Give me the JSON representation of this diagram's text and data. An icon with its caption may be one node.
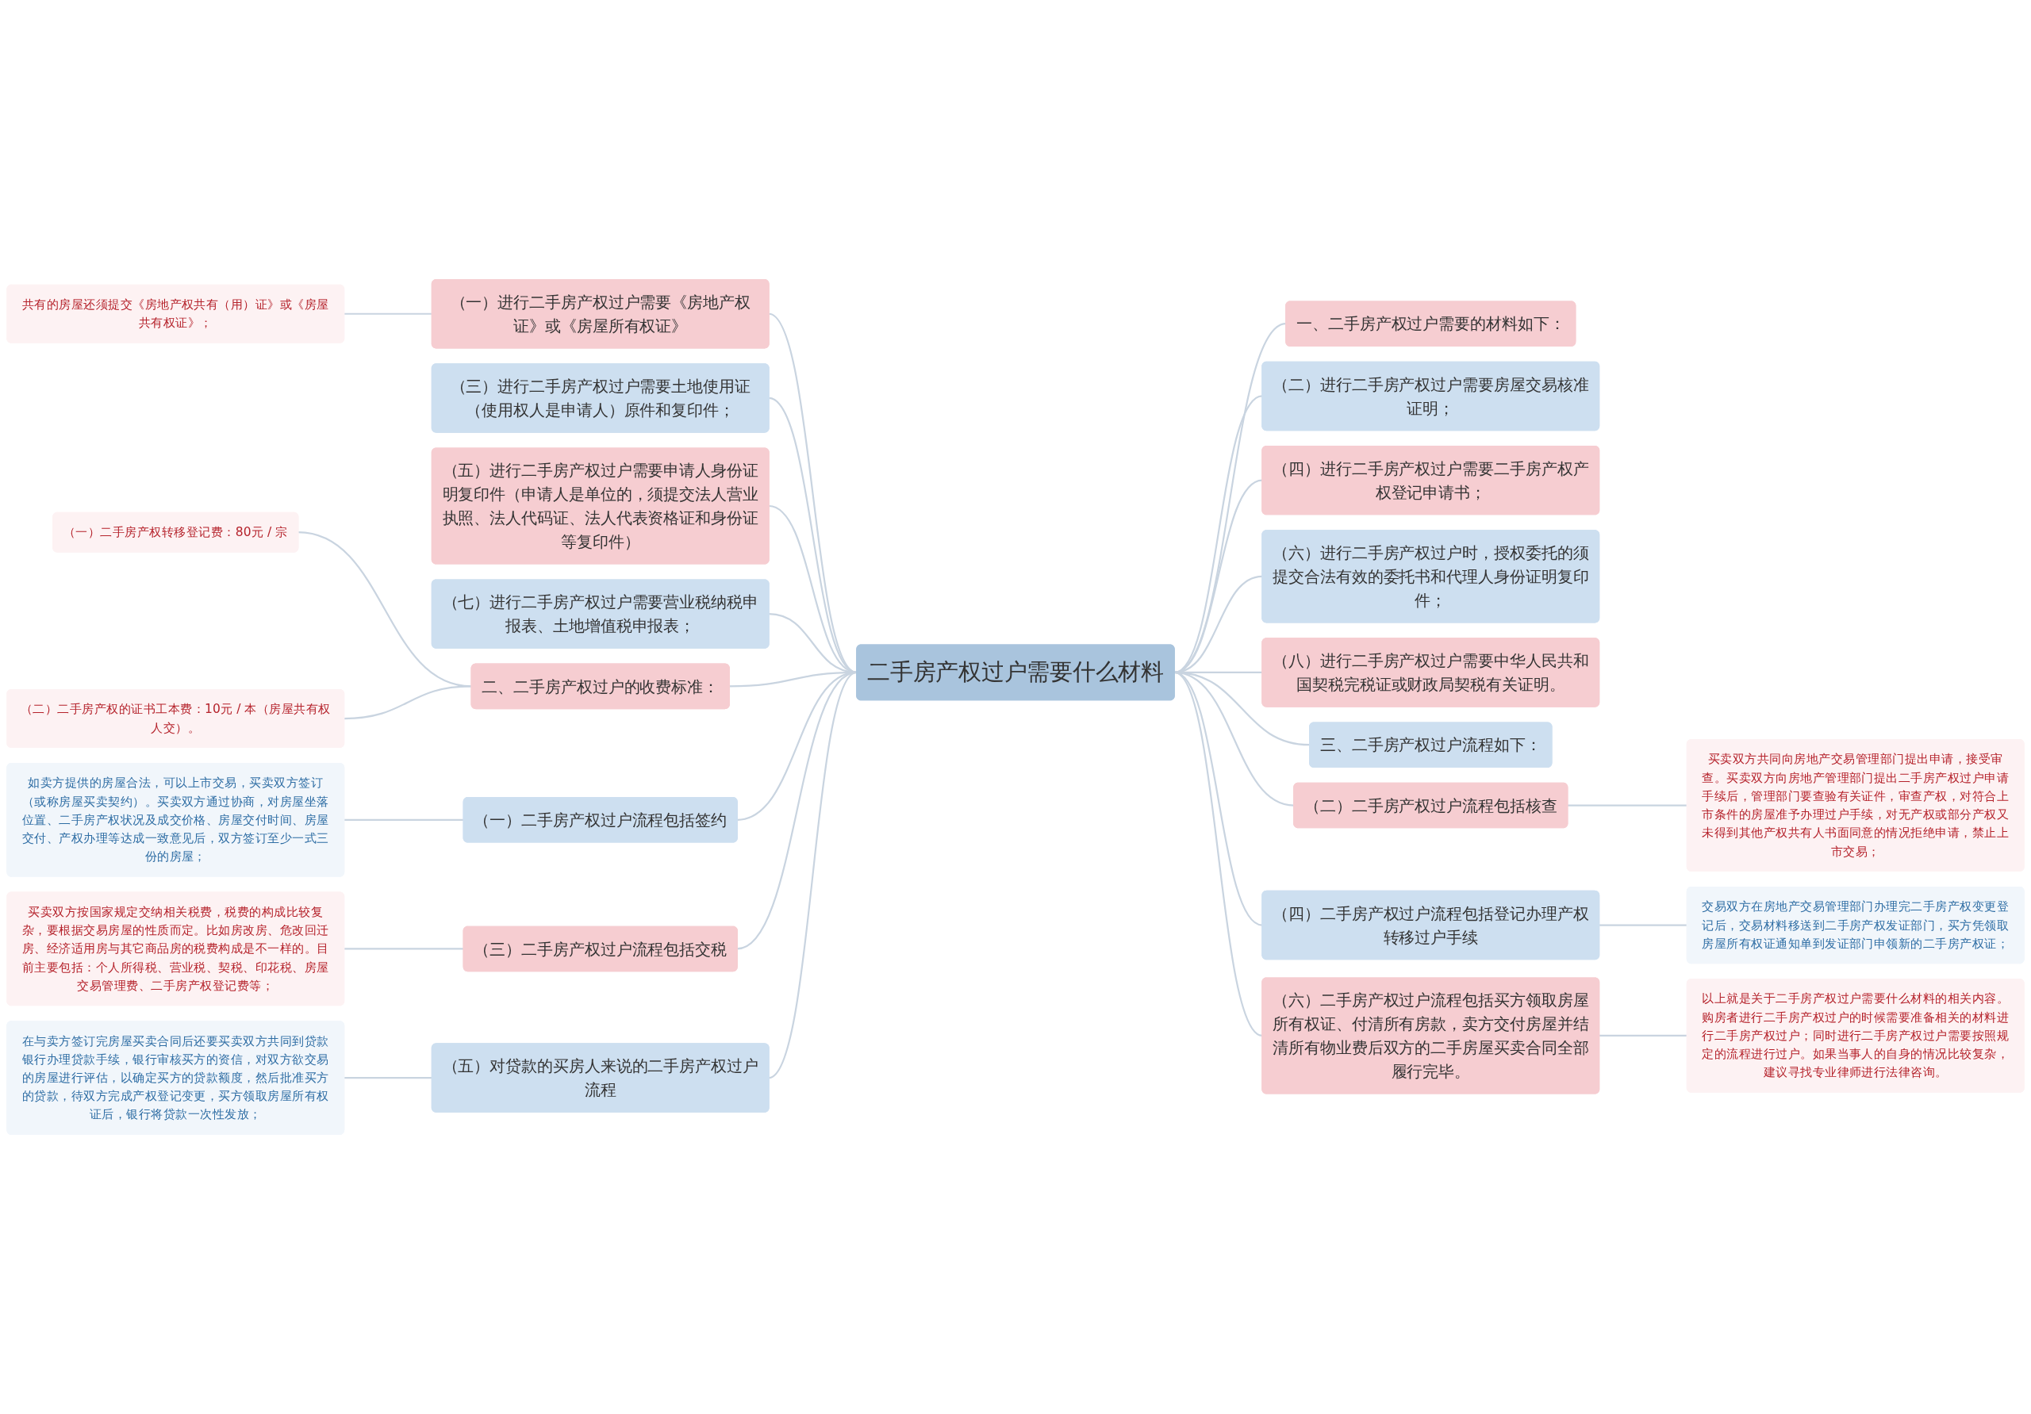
{
  "diagram": {
    "nodes": [
      {
        "text": [
          "二手房产权过户需要什么材料"
        ]
      },
      {
        "text": [
          "（一）进行二手房产权过户需要《房地产权证》或《房屋所有权证》"
        ]
      },
      {
        "text": [
          "共有的房屋还须提交《房地产权共有（用）证》或《房屋共有权证》；"
        ]
      },
      {
        "text": [
          "（三）进行二手房产权过户需要土地使用证（使用权人是申请人）原件和复印件；"
        ]
      },
      {
        "text": [
          "（五）进行二手房产权过户需要申请人身份证明复印件（申请人是单位的，须提交法人营业执照、法人代码证、法人代表资格证和身份证等复印件）"
        ]
      },
      {
        "text": [
          "（七）进行二手房产权过户需要营业税纳税申报表、土地增值税申报表；"
        ]
      },
      {
        "text": [
          "二、二手房产权过户的收费标准："
        ]
      },
      {
        "text": [
          "（一）二手房产权转移登记费：80元 / 宗"
        ]
      },
      {
        "text": [
          "（二）二手房产权的证书工本费：10元 / 本（房屋共有权人交）。"
        ]
      },
      {
        "text": [
          "（一）二手房产权过户流程包括签约"
        ]
      },
      {
        "text": [
          "如卖方提供的房屋合法，可以上市交易，买卖双方签订（或称房屋买卖契约）。买卖双方通过协商，对房屋坐落位置、二手房产权状况及成交价格、房屋交付时间、房屋交付、产权办理等达成一致意见后，双方签订至少一式三份的房屋；"
        ]
      },
      {
        "text": [
          "（三）二手房产权过户流程包括交税"
        ]
      },
      {
        "text": [
          "买卖双方按国家规定交纳相关税费，税费的构成比较复杂，要根据交易房屋的性质而定。比如房改房、危改回迁房、经济适用房与其它商品房的税费构成是不一样的。目前主要包括：个人所得税、营业税、契税、印花税、房屋交易管理费、二手房产权登记费等；"
        ]
      },
      {
        "text": [
          "（五）对贷款的买房人来说的二手房产权过户流程"
        ]
      },
      {
        "text": [
          "在与卖方签订完房屋买卖合同后还要买卖双方共同到贷款银行办理贷款手续，银行审核买方的资信，对双方欲交易的房屋进行评估，以确定买方的贷款额度，然后批准买方的贷款，待双方完成产权登记变更，买方领取房屋所有权证后，银行将贷款一次性发放；"
        ]
      },
      {
        "text": [
          "一、二手房产权过户需要的材料如下："
        ]
      },
      {
        "text": [
          "（二）进行二手房产权过户需要房屋交易核准证明；"
        ]
      },
      {
        "text": [
          "（四）进行二手房产权过户需要二手房产权产权登记申请书；"
        ]
      },
      {
        "text": [
          "（六）进行二手房产权过户时，授权委托的须提交合法有效的委托书和代理人身份证明复印件；"
        ]
      },
      {
        "text": [
          "（八）进行二手房产权过户需要中华人民共和国契税完税证或财政局契税有关证明。"
        ]
      },
      {
        "text": [
          "三、二手房产权过户流程如下："
        ]
      },
      {
        "text": [
          "（二）二手房产权过户流程包括核查"
        ]
      },
      {
        "text": [
          "买卖双方共同向房地产交易管理部门提出申请，接受审查。买卖双方向房地产管理部门提出二手房产权过户申请手续后，管理部门要查验有关证件，审查产权，对符合上市条件的房屋准予办理过户手续，对无产权或部分产权又未得到其他产权共有人书面同意的情况拒绝申请，禁止上市交易；"
        ]
      },
      {
        "text": [
          "（四）二手房产权过户流程包括登记办理产权转移过户手续"
        ]
      },
      {
        "text": [
          "交易双方在房地产交易管理部门办理完二手房产权变更登记后，交易材料移送到二手房产权发证部门，买方凭领取房屋所有权证通知单到发证部门申领新的二手房产权证；"
        ]
      },
      {
        "text": [
          "（六）二手房产权过户流程包括买方领取房屋所有权证、付清所有房款，卖方交付房屋并结清所有物业费后双方的二手房屋买卖合同全部履行完毕。"
        ]
      },
      {
        "text": [
          "以上就是关于二手房产权过户需要什么材料的相关内容。购房者进行二手房产权过户的时候需要准备相关的材料进行二手房产权过户；同时进行二手房产权过户需要按照规定的流程进行过户。如果当事人的自身的情况比较复杂，建议寻找专业律师进行法律咨询。"
        ]
      }
    ],
    "edges": [
      {
        "from": 1,
        "to": 0,
        "arrow": "none"
      },
      {
        "from": 2,
        "to": 1,
        "arrow": "none"
      },
      {
        "from": 3,
        "to": 0,
        "arrow": "none"
      },
      {
        "from": 4,
        "to": 0,
        "arrow": "none"
      },
      {
        "from": 5,
        "to": 0,
        "arrow": "none"
      },
      {
        "from": 6,
        "to": 0,
        "arrow": "none"
      },
      {
        "from": 7,
        "to": 6,
        "arrow": "none"
      },
      {
        "from": 8,
        "to": 6,
        "arrow": "none"
      },
      {
        "from": 9,
        "to": 0,
        "arrow": "none"
      },
      {
        "from": 10,
        "to": 9,
        "arrow": "none"
      },
      {
        "from": 11,
        "to": 0,
        "arrow": "none"
      },
      {
        "from": 12,
        "to": 11,
        "arrow": "none"
      },
      {
        "from": 13,
        "to": 0,
        "arrow": "none"
      },
      {
        "from": 14,
        "to": 13,
        "arrow": "none"
      },
      {
        "from": 0,
        "to": 15,
        "arrow": "none"
      },
      {
        "from": 0,
        "to": 16,
        "arrow": "none"
      },
      {
        "from": 0,
        "to": 17,
        "arrow": "none"
      },
      {
        "from": 0,
        "to": 18,
        "arrow": "none"
      },
      {
        "from": 0,
        "to": 19,
        "arrow": "none"
      },
      {
        "from": 0,
        "to": 20,
        "arrow": "none"
      },
      {
        "from": 0,
        "to": 21,
        "arrow": "none"
      },
      {
        "from": 21,
        "to": 22,
        "arrow": "none"
      },
      {
        "from": 0,
        "to": 23,
        "arrow": "none"
      },
      {
        "from": 23,
        "to": 24,
        "arrow": "none"
      },
      {
        "from": 0,
        "to": 25,
        "arrow": "none"
      },
      {
        "from": 25,
        "to": 26,
        "arrow": "none"
      }
    ]
  }
}
